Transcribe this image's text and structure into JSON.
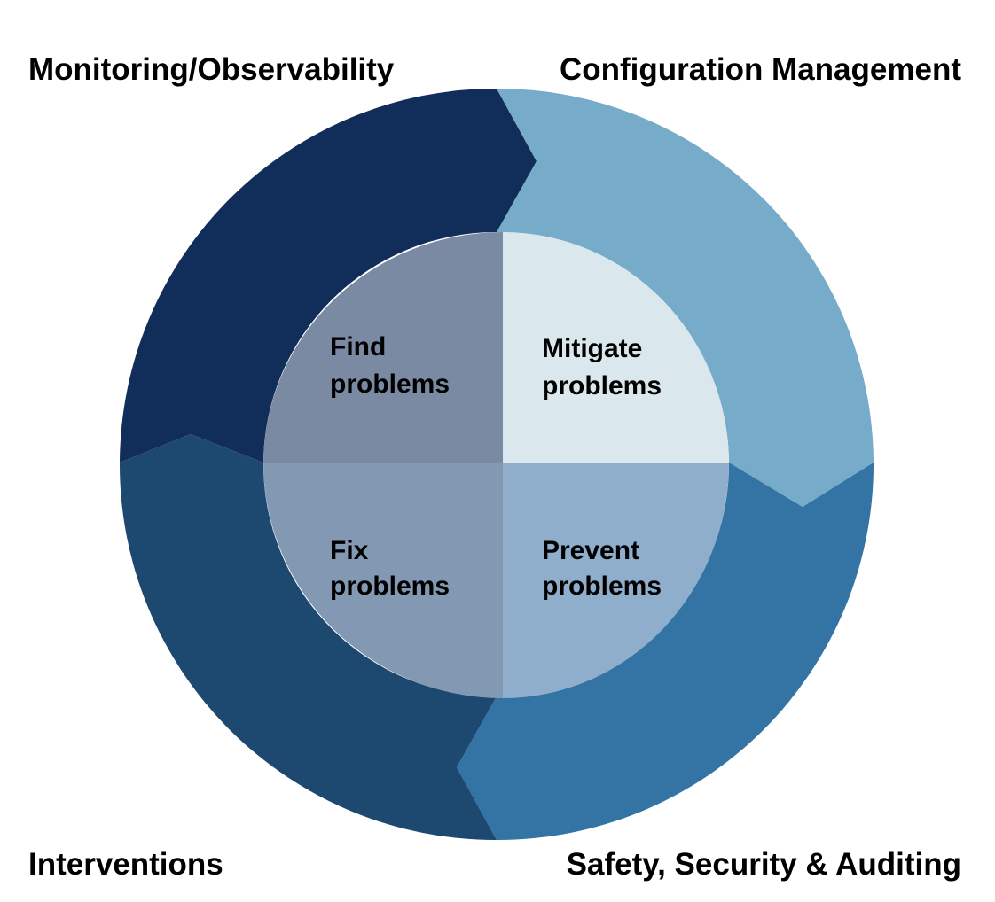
{
  "labels": {
    "top_left": "Monitoring/Observability",
    "top_right": "Configuration Management",
    "bottom_left": "Interventions",
    "bottom_right": "Safety, Security & Auditing"
  },
  "quadrants": {
    "find": {
      "line1": "Find",
      "line2": "problems"
    },
    "mitigate": {
      "line1": "Mitigate",
      "line2": "problems"
    },
    "fix": {
      "line1": "Fix",
      "line2": "problems"
    },
    "prevent": {
      "line1": "Prevent",
      "line2": "problems"
    }
  },
  "colors": {
    "monitoring": "#112d59",
    "configuration": "#76abc9",
    "interventions": "#1d4870",
    "safety": "#3474a5",
    "find": "#7a8aa3",
    "mitigate": "#dae8ee",
    "fix": "#8298b3",
    "prevent": "#8faecc"
  }
}
